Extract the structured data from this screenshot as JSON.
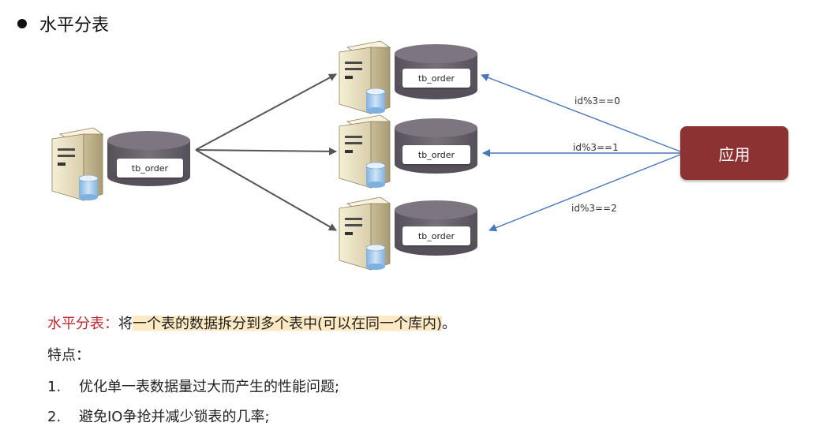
{
  "heading": {
    "title": "水平分表"
  },
  "nodes": {
    "source": {
      "table_label": "tb_order"
    },
    "targets": [
      {
        "table_label": "tb_order",
        "condition": "id%3==0"
      },
      {
        "table_label": "tb_order",
        "condition": "id%3==1"
      },
      {
        "table_label": "tb_order",
        "condition": "id%3==2"
      }
    ],
    "app": {
      "label": "应用"
    }
  },
  "colors": {
    "server_body": "#efe6c8",
    "db_cylinder": "#6b6570",
    "app_box": "#8d3232",
    "highlight": "#fde9c4",
    "red_text": "#c0282d",
    "blue_arrow": "#4a76b8"
  },
  "description": {
    "term": "水平分表",
    "colon": "：",
    "prefix": "将",
    "highlighted": "一个表的数据拆分到多个表中(可以在同一个库内)",
    "suffix": "。",
    "features_label": "特点：",
    "points": [
      {
        "num": "1.",
        "text": "优化单一表数据量过大而产生的性能问题;"
      },
      {
        "num": "2.",
        "text": "避免IO争抢并减少锁表的几率;"
      }
    ]
  }
}
